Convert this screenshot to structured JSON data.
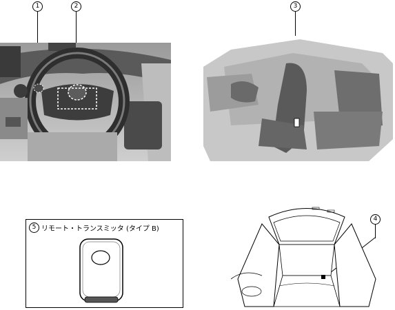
{
  "callouts": {
    "c1": "1",
    "c2": "2",
    "c3": "3",
    "c4": "4",
    "c5": "5"
  },
  "remote_title": "リモート・トランスミッタ (タイプ B)"
}
